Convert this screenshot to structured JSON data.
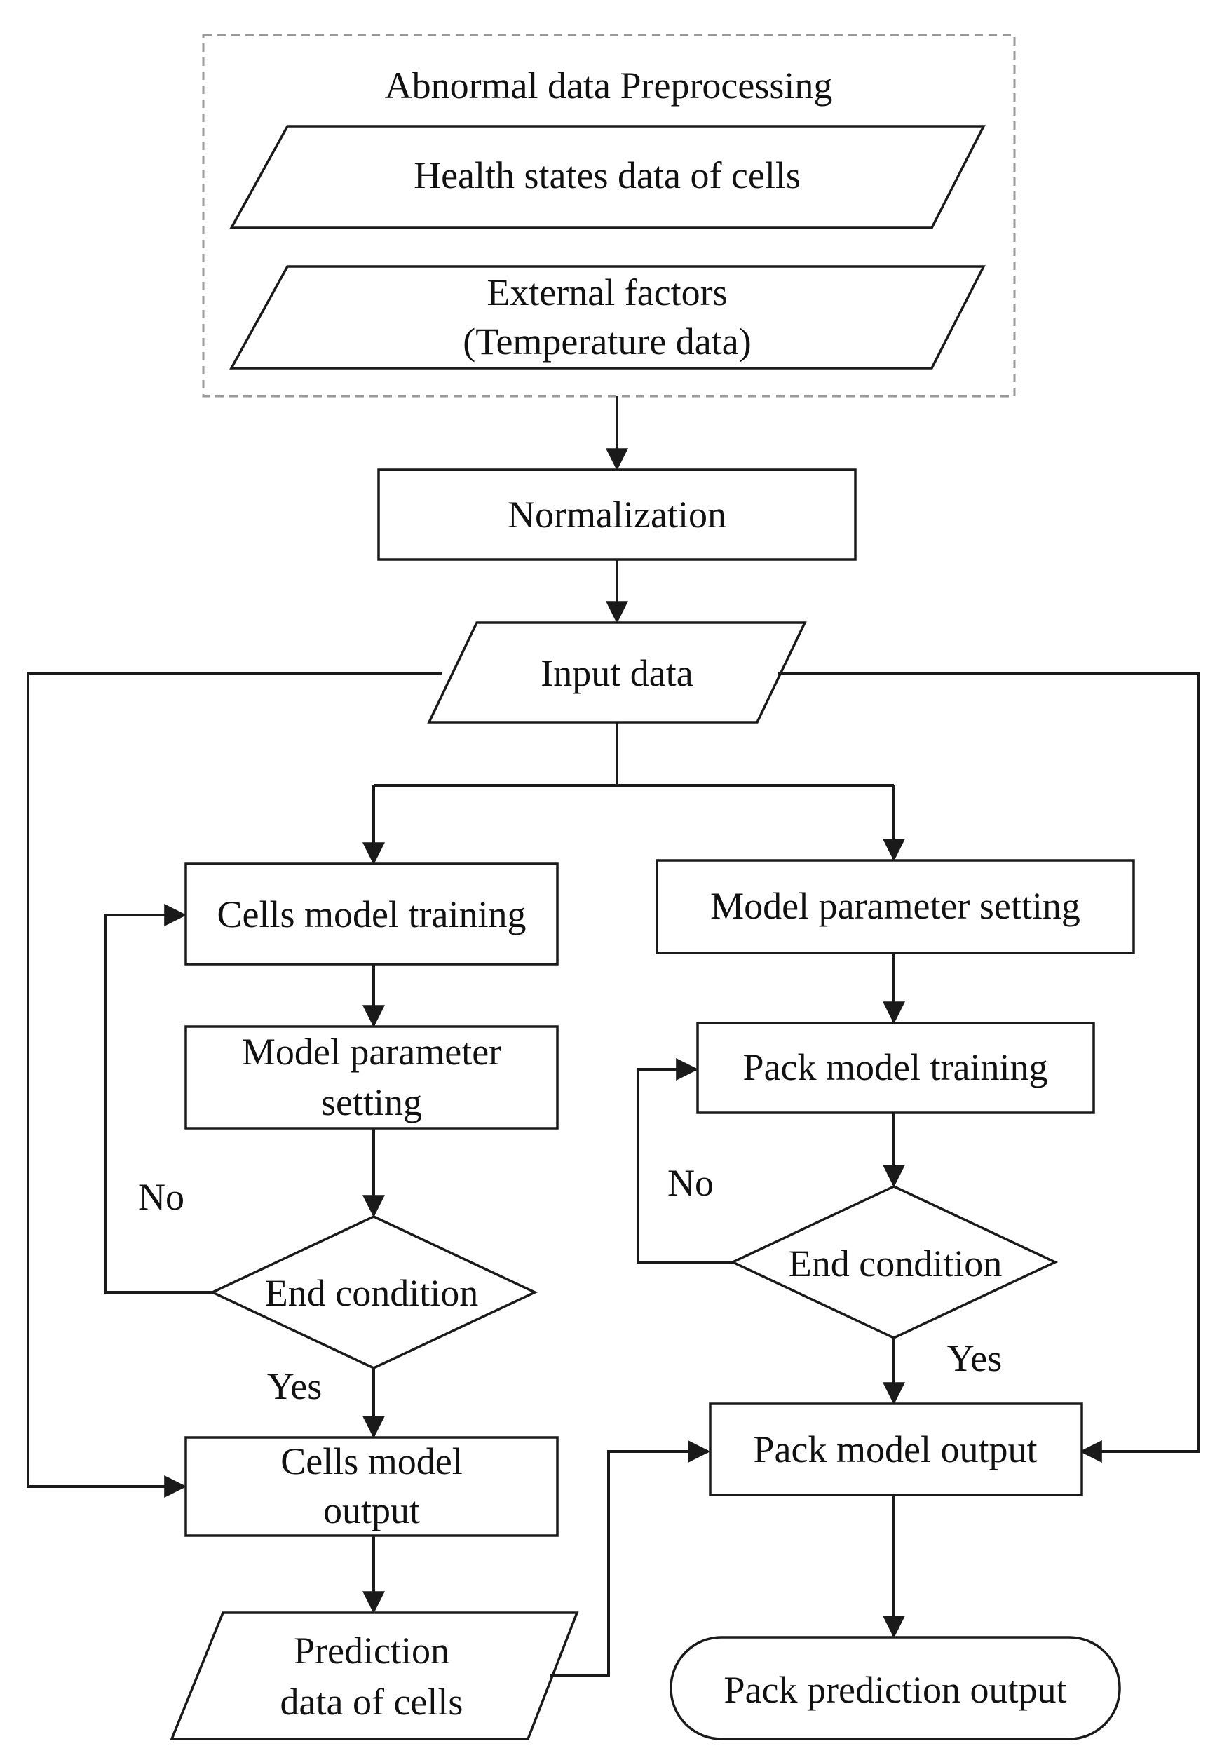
{
  "preprocessing": {
    "title": "Abnormal data Preprocessing",
    "health_states": "Health states data of cells",
    "external_line1": "External factors",
    "external_line2": "(Temperature data)"
  },
  "normalization": "Normalization",
  "input_data": "Input data",
  "cells_branch": {
    "training": "Cells model training",
    "param_line1": "Model parameter",
    "param_line2": "setting",
    "end_condition": "End condition",
    "no": "No",
    "yes": "Yes",
    "output_line1": "Cells model",
    "output_line2": "output",
    "prediction_line1": "Prediction",
    "prediction_line2": "data of cells"
  },
  "pack_branch": {
    "param": "Model parameter setting",
    "training": "Pack model training",
    "end_condition": "End condition",
    "no": "No",
    "yes": "Yes",
    "output": "Pack model output",
    "prediction_output": "Pack prediction output"
  }
}
